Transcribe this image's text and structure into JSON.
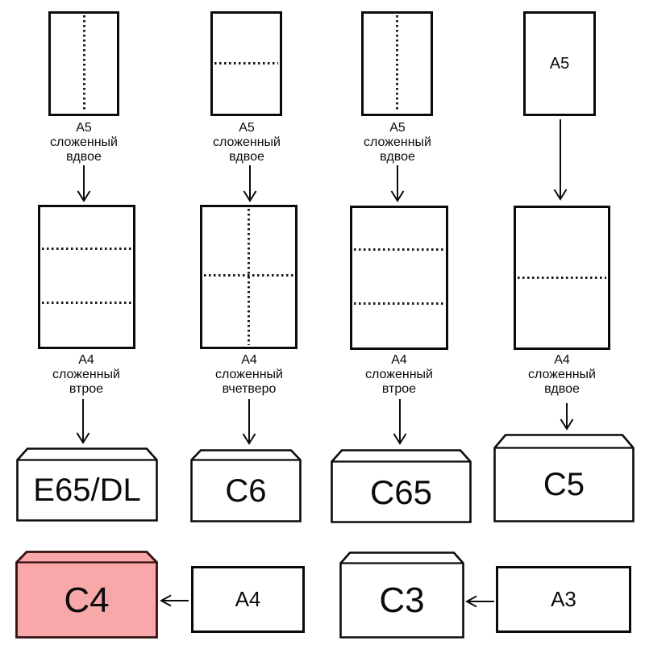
{
  "diagram": {
    "columns": [
      {
        "a5_caption": "А5\nсложенный\nвдвое",
        "a4_caption": "А4\nсложенный\nвтрое",
        "envelope_label": "E65/DL"
      },
      {
        "a5_caption": "А5\nсложенный\nвдвое",
        "a4_caption": "А4\nсложенный\nвчетверо",
        "envelope_label": "C6"
      },
      {
        "a5_caption": "А5\nсложенный\nвдвое",
        "a4_caption": "А4\nсложенный\nвтрое",
        "envelope_label": "C65"
      },
      {
        "a5_sheet_label": "А5",
        "a4_caption": "А4\nсложенный\nвдвое",
        "envelope_label": "C5"
      }
    ],
    "bottom_row": [
      {
        "envelope_label": "C4",
        "source_label": "А4",
        "highlighted": true
      },
      {
        "envelope_label": "C3",
        "source_label": "А3",
        "highlighted": false
      }
    ],
    "colors": {
      "highlight_fill": "#f8a8a8",
      "highlight_stroke": "#351010",
      "stroke": "#0b0b0b"
    }
  }
}
